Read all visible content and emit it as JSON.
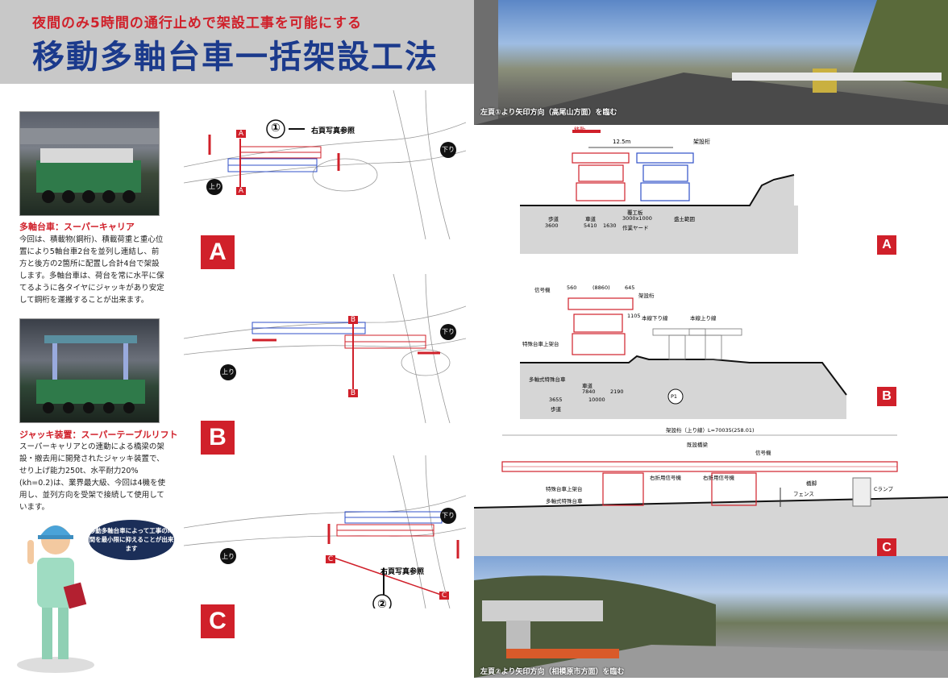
{
  "header": {
    "subtitle": "夜間のみ5時間の通行止めで架設工事を可能にする",
    "title": "移動多軸台車一括架設工法"
  },
  "left": {
    "sec1": {
      "caption": "多軸台車：スーパーキャリア",
      "body": "今回は、積載物(鋼桁)、積載荷重と重心位置により5軸台車2台を並列し連結し、前方と後方の2箇所に配置し合計4台で架設します。多軸台車は、荷台を常に水平に保てるように各タイヤにジャッキがあり安定して鋼桁を運搬することが出来ます。"
    },
    "sec2": {
      "caption": "ジャッキ装置：スーパーテーブルリフト",
      "body": "スーパーキャリアとの連動による橋梁の架設・撤去用に開発されたジャッキ装置で、せり上げ能力250t、水平耐力20%(kh=0.2)は、業界最大級、今回は4機を使用し、並列方向を受架で接続して使用しています。"
    },
    "bubble": "移動多軸台車によって工事の時間を最小限に抑えることが出来ます"
  },
  "plans": {
    "a_label": "A",
    "b_label": "B",
    "c_label": "C",
    "ref1": "①",
    "ref1_text": "右頁写真参照",
    "ref2": "②",
    "ref2_text": "右頁写真参照",
    "up": "上り",
    "down": "下り"
  },
  "right": {
    "photo1_caption": "左頁①より矢印方向（高尾山方面）を臨む",
    "photo2_caption": "左頁②より矢印方向（相模原市方面）を臨む",
    "secA": {
      "label": "A",
      "move": "移動",
      "span": "12.5m",
      "girder": "架設桁",
      "walk": "歩道",
      "walk_w": "3600",
      "lane": "車道",
      "lane_w": "5410",
      "w3": "1630",
      "plate": "覆工板",
      "plate_size": "3000x1000",
      "yard": "作業ヤード",
      "fill": "盛土範囲"
    },
    "secB": {
      "label": "B",
      "signal": "信号機",
      "d1": "560",
      "d2": "(8860)",
      "d3": "645",
      "girder": "架設桁",
      "jack": "特殊台車上架台",
      "carrier": "多軸式特殊台車",
      "down_line": "本線下り線",
      "up_line": "本線上り線",
      "h": "1105",
      "lane": "車道",
      "lane_w": "7840",
      "w2": "2190",
      "total": "10000",
      "walk_w": "3655",
      "walk": "歩道",
      "pier": "P1"
    },
    "secC": {
      "label": "C",
      "title": "架設桁（上り線）L=70035(258.01)",
      "existing": "既設橋梁",
      "signal": "信号機",
      "right_signal1": "右折用信号機",
      "right_signal2": "右折用信号機",
      "jack": "特殊台車上架台",
      "carrier": "多軸式特殊台車",
      "pier_base": "橋脚",
      "fence": "フェンス",
      "ramp": "Cランプ"
    }
  },
  "colors": {
    "red": "#d0202a",
    "navy": "#1b3a8c",
    "blue": "#3050c8"
  }
}
